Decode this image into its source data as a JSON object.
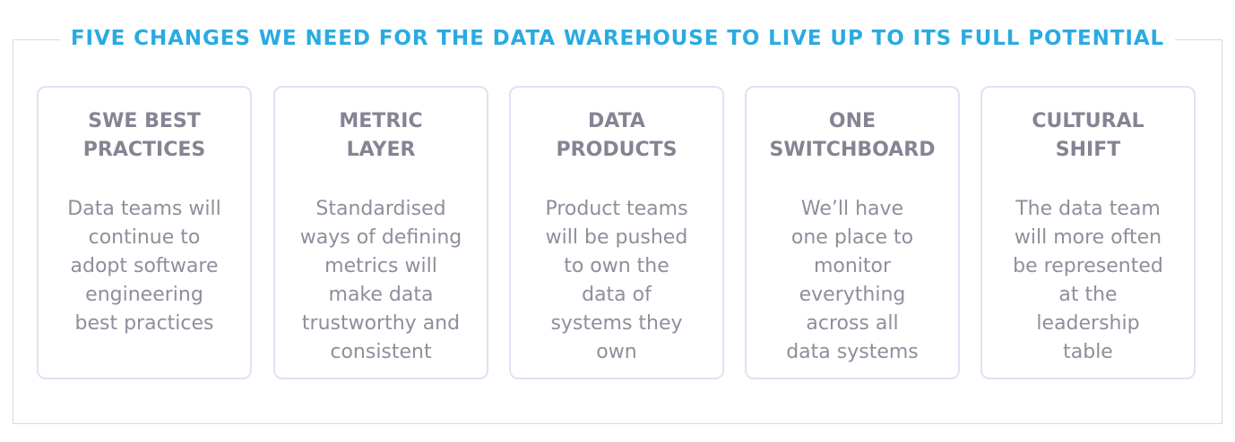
{
  "title": "FIVE CHANGES WE NEED FOR THE DATA WAREHOUSE TO LIVE UP TO ITS FULL POTENTIAL",
  "colors": {
    "title": "#29abe2",
    "card_border": "#dde3f4",
    "heading": "#858494",
    "body": "#8f8e9c",
    "frame": "#d9d9d9"
  },
  "cards": [
    {
      "heading": "SWE BEST\nPRACTICES",
      "body": "Data teams will\ncontinue to\nadopt software\nengineering\nbest practices"
    },
    {
      "heading": "METRIC\nLAYER",
      "body": "Standardised\nways of defining\nmetrics will\nmake data\ntrustworthy and\nconsistent"
    },
    {
      "heading": "DATA\nPRODUCTS",
      "body": "Product teams\nwill be pushed\nto own the\ndata of\nsystems they\nown"
    },
    {
      "heading": "ONE\nSWITCHBOARD",
      "body": "We’ll have\none place to\nmonitor\neverything\nacross all\ndata systems"
    },
    {
      "heading": "CULTURAL\nSHIFT",
      "body": "The data team\nwill more often\nbe represented\nat the\nleadership\ntable"
    }
  ]
}
